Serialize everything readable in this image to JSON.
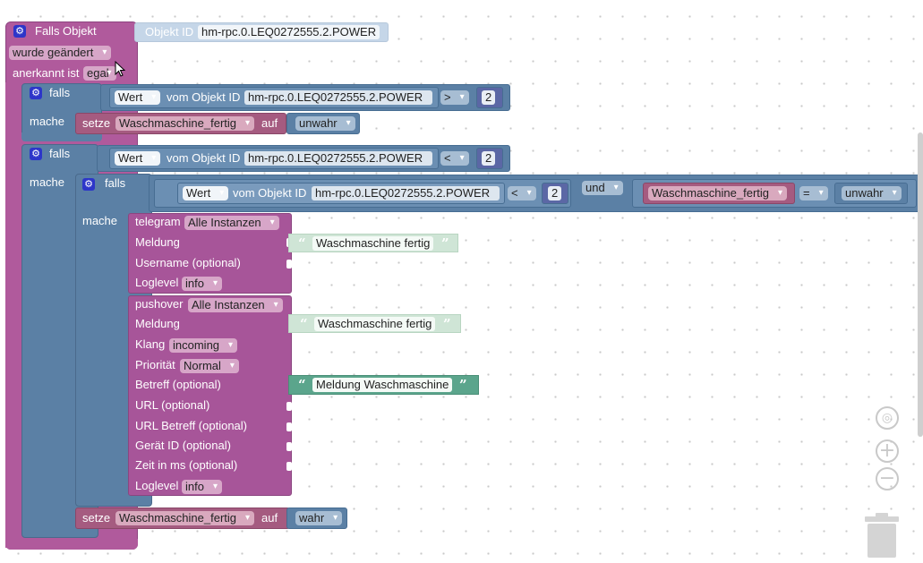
{
  "event": {
    "title": "Falls Objekt",
    "object_id_label": "Objekt ID",
    "object_id": "hm-rpc.0.LEQ0272555.2.POWER",
    "trigger": "wurde geändert",
    "ack_label": "anerkannt ist",
    "ack_value": "egal"
  },
  "if1": {
    "falls": "falls",
    "mache": "mache",
    "prop": "Wert",
    "vom_objekt": "vom Objekt ID",
    "object_id": "hm-rpc.0.LEQ0272555.2.POWER",
    "op": ">",
    "value": "2",
    "set": {
      "label": "setze",
      "var": "Waschmaschine_fertig",
      "auf": "auf",
      "value": "unwahr"
    }
  },
  "if2": {
    "falls": "falls",
    "mache": "mache",
    "prop": "Wert",
    "vom_objekt": "vom Objekt ID",
    "object_id": "hm-rpc.0.LEQ0272555.2.POWER",
    "op": "<",
    "value": "2",
    "set": {
      "label": "setze",
      "var": "Waschmaschine_fertig",
      "auf": "auf",
      "value": "wahr"
    }
  },
  "if3": {
    "falls": "falls",
    "mache": "mache",
    "prop": "Wert",
    "vom_objekt": "vom Objekt ID",
    "object_id": "hm-rpc.0.LEQ0272555.2.POWER",
    "op": "<",
    "value": "2",
    "und": "und",
    "var": "Waschmaschine_fertig",
    "eq": "=",
    "eq_value": "unwahr"
  },
  "telegram": {
    "title": "telegram",
    "instance": "Alle Instanzen",
    "meldung_label": "Meldung",
    "meldung": "Waschmaschine fertig",
    "username_label": "Username (optional)",
    "loglevel_label": "Loglevel",
    "loglevel": "info"
  },
  "pushover": {
    "title": "pushover",
    "instance": "Alle Instanzen",
    "meldung_label": "Meldung",
    "meldung": "Waschmaschine fertig",
    "klang_label": "Klang",
    "klang": "incoming",
    "prio_label": "Priorität",
    "prio": "Normal",
    "betreff_label": "Betreff (optional)",
    "betreff": "Meldung Waschmaschine",
    "url_label": "URL (optional)",
    "url_betreff_label": "URL Betreff (optional)",
    "geraet_label": "Gerät ID (optional)",
    "zeit_label": "Zeit in ms (optional)",
    "loglevel_label": "Loglevel",
    "loglevel": "info"
  },
  "controls": {
    "center": "center-icon",
    "zoom_in": "+",
    "zoom_out": "−",
    "trash": "trash-icon"
  },
  "colors": {
    "event": "#b05a9c",
    "logic": "#5b80a5",
    "variable": "#a55b80",
    "text": "#cfe5d6",
    "text_dark": "#5ba58c",
    "workspace": "#ffffff"
  }
}
